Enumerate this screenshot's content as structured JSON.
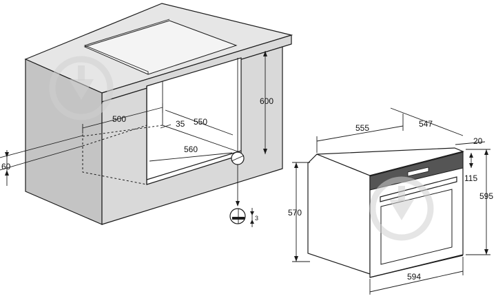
{
  "dimensions": {
    "cabinet": {
      "depth_top": "500",
      "niche_depth": "550",
      "offset": "35",
      "niche_depth_bottom": "560",
      "height": "600",
      "left_offset": "60",
      "detail": "3"
    },
    "oven": {
      "depth": "555",
      "side_depth": "547",
      "front_thickness": "20",
      "panel_height": "115",
      "height": "595",
      "body_height": "570",
      "width": "594"
    }
  },
  "colors": {
    "line": "#1a1a1a",
    "cabinet_front": "#d9d9d9",
    "cabinet_side": "#c4c4c4",
    "watermark": "#cfcfcf"
  }
}
